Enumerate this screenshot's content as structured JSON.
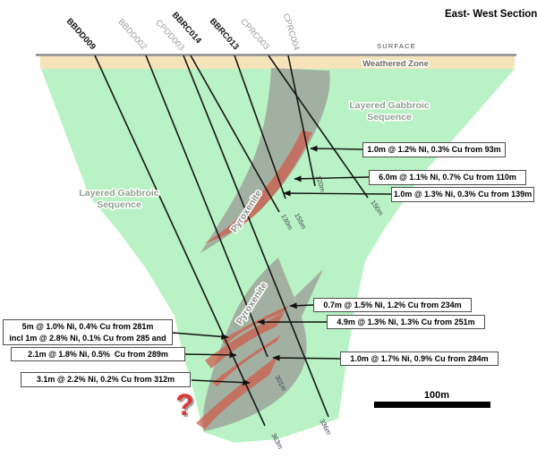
{
  "title": "East- West Section",
  "surface": {
    "label": "SURFACE"
  },
  "weathered_zone": {
    "label": "Weathered Zone"
  },
  "regions": {
    "gabbro_left_line1": "Layered Gabbroic",
    "gabbro_left_line2": "Sequence",
    "gabbro_right_line1": "Layered Gabbroic",
    "gabbro_right_line2": "Sequence",
    "pyroxenite_upper": "Pyroxenite",
    "pyroxenite_lower": "Pyroxenite"
  },
  "drill_holes": [
    {
      "name": "BBDD009",
      "end_depth": "363m"
    },
    {
      "name": "BBDD002",
      "end_depth": "301m"
    },
    {
      "name": "CPDD003",
      "end_depth": "336m"
    },
    {
      "name": "BBRC014",
      "end_depth": "155m"
    },
    {
      "name": "BBRC013",
      "end_depth": "130m"
    },
    {
      "name": "CPRC003",
      "end_depth": "150m"
    },
    {
      "name": "CPRC004",
      "end_depth": "120m"
    }
  ],
  "intercepts_right": [
    {
      "text": "1.0m @ 1.2% Ni, 0.3% Cu from 93m"
    },
    {
      "text": "6.0m @ 1.1% Ni, 0.7% Cu from 110m"
    },
    {
      "text": "1.0m @ 1.3% Ni, 0.3% Cu from 139m"
    },
    {
      "text": "0.7m @ 1.5% Ni, 1.2% Cu from 234m"
    },
    {
      "text": "4.9m @ 1.3% Ni, 1.3% Cu from 251m"
    },
    {
      "text": "1.0m @ 1.7% Ni, 0.9% Cu from 284m"
    }
  ],
  "intercepts_left": [
    {
      "line1": "5m @ 1.0% Ni, 0.4% Cu from 281m",
      "line2": "incl 1m @ 2.8% Ni, 0.1% Cu from 285 and"
    },
    {
      "text": "2.1m @ 1.8% Ni, 0.5%  Cu from 289m"
    },
    {
      "text": "3.1m @ 2.2% Ni, 0.2% Cu from 312m"
    }
  ],
  "scale_bar": {
    "label": "100m"
  },
  "question_mark": "?",
  "colors": {
    "gabbro_green": "#b9f2c4",
    "weathered_tan": "#f6e3ba",
    "pyroxenite_gray": "#9da19b",
    "mineralized_red": "#d05a48"
  }
}
